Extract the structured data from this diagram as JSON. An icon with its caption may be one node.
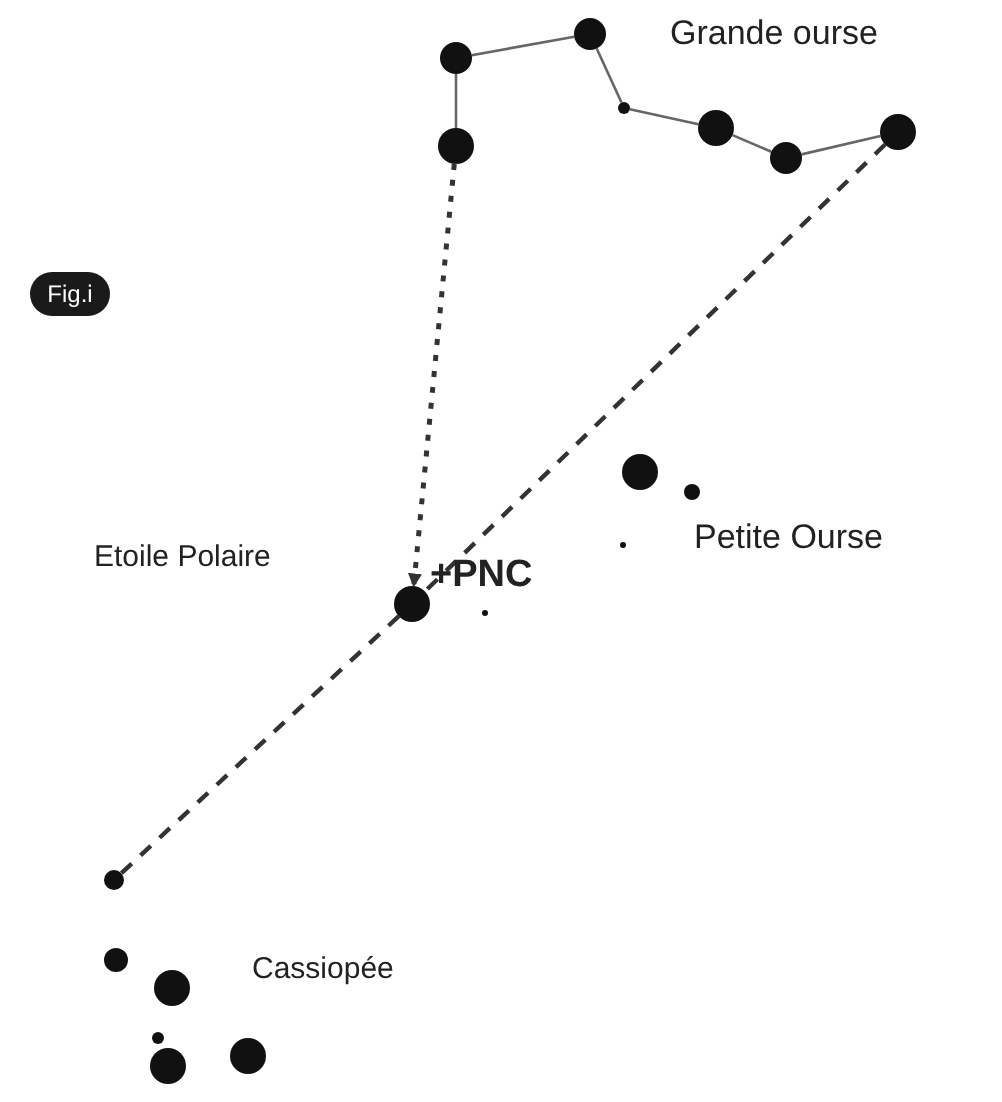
{
  "diagram": {
    "nodes": [
      {
        "text": [],
        "shape": "circle"
      },
      {
        "text": [],
        "shape": "circle"
      },
      {
        "text": [],
        "shape": "circle"
      },
      {
        "text": [],
        "shape": "circle"
      },
      {
        "text": [],
        "shape": "circle"
      },
      {
        "text": [],
        "shape": "circle"
      },
      {
        "text": [],
        "shape": "circle"
      },
      {
        "text": [
          "Fig.i"
        ]
      },
      {
        "text": [],
        "shape": "circle"
      },
      {
        "text": [],
        "shape": "circle"
      },
      {
        "text": [],
        "shape": "circle"
      },
      {
        "text": [],
        "shape": "circle"
      },
      {
        "text": [],
        "shape": "circle"
      },
      {
        "text": [],
        "shape": "circle"
      },
      {
        "text": [],
        "shape": "circle"
      },
      {
        "text": [],
        "shape": "circle"
      },
      {
        "text": [],
        "shape": "circle"
      },
      {
        "text": [],
        "shape": "circle"
      },
      {
        "text": [],
        "shape": "circle"
      }
    ],
    "edges": [
      {
        "from": 5,
        "to": 1,
        "arrow": "none"
      },
      {
        "from": 1,
        "to": 0,
        "arrow": "none"
      },
      {
        "from": 0,
        "to": 2,
        "arrow": "none"
      },
      {
        "from": 2,
        "to": 3,
        "arrow": "none"
      },
      {
        "from": 3,
        "to": 6,
        "arrow": "none"
      },
      {
        "from": 6,
        "to": 4,
        "arrow": "none"
      },
      {
        "from": 4,
        "to": 11,
        "arrow": "none",
        "style": "dashed"
      },
      {
        "from": 11,
        "to": 13,
        "arrow": "none",
        "style": "dashed"
      },
      {
        "from": 5,
        "to": 11,
        "arrow": "to",
        "style": "dashed"
      }
    ],
    "labels": [
      "Grande ourse",
      "Petite Ourse",
      "Etoile Polaire",
      "+PNC",
      "Cassiopée"
    ]
  }
}
